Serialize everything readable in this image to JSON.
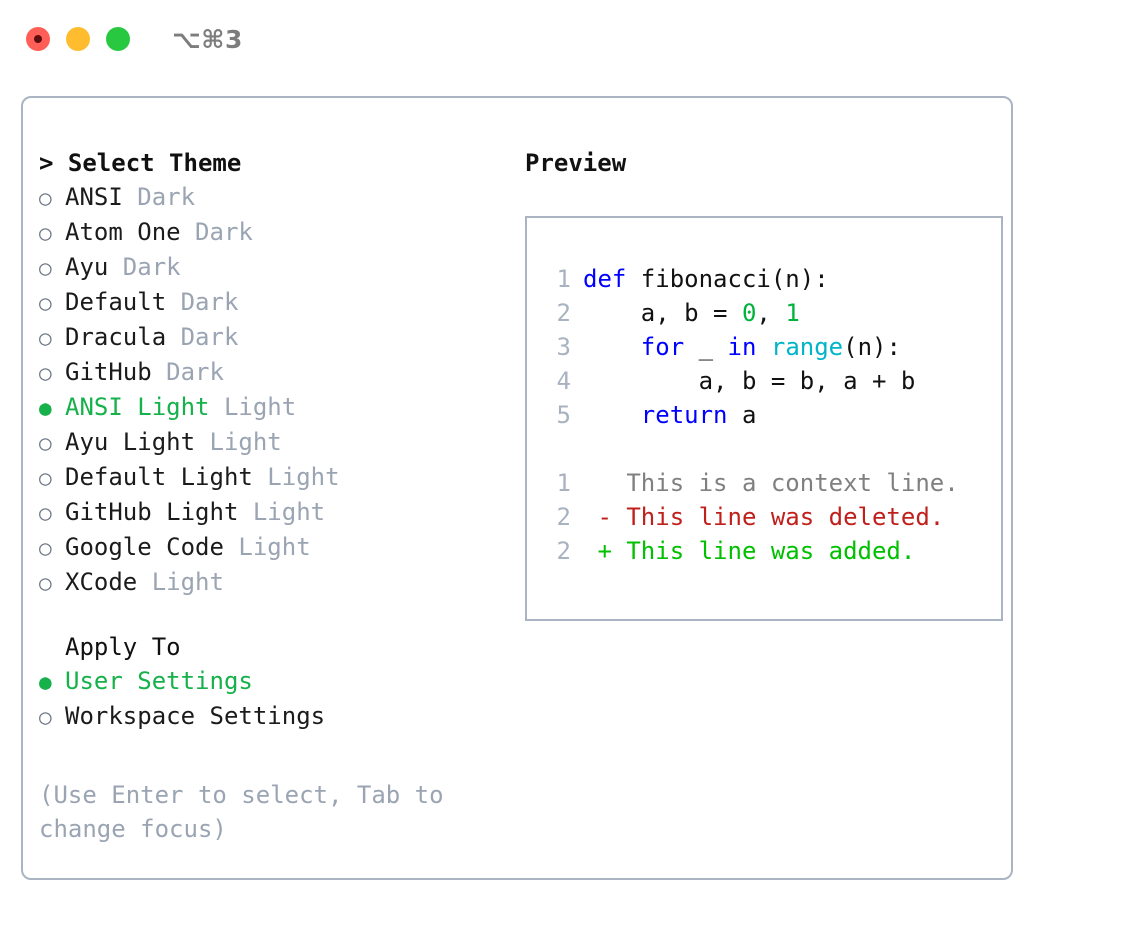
{
  "titlebar": {
    "shortcut": "⌥⌘3",
    "buttons": [
      {
        "name": "close",
        "color": "#ff5f57"
      },
      {
        "name": "minimize",
        "color": "#febc2e"
      },
      {
        "name": "maximize",
        "color": "#28c840"
      }
    ]
  },
  "theme_section": {
    "header": "> Select Theme",
    "selected_marker": "●",
    "unselected_marker": "○",
    "selected_color": "#16b14b",
    "items": [
      {
        "name": "ANSI",
        "tag": "Dark",
        "selected": false
      },
      {
        "name": "Atom One",
        "tag": "Dark",
        "selected": false
      },
      {
        "name": "Ayu",
        "tag": "Dark",
        "selected": false
      },
      {
        "name": "Default",
        "tag": "Dark",
        "selected": false
      },
      {
        "name": "Dracula",
        "tag": "Dark",
        "selected": false
      },
      {
        "name": "GitHub",
        "tag": "Dark",
        "selected": false
      },
      {
        "name": "ANSI Light",
        "tag": "Light",
        "selected": true
      },
      {
        "name": "Ayu Light",
        "tag": "Light",
        "selected": false
      },
      {
        "name": "Default Light",
        "tag": "Light",
        "selected": false
      },
      {
        "name": "GitHub Light",
        "tag": "Light",
        "selected": false
      },
      {
        "name": "Google Code",
        "tag": "Light",
        "selected": false
      },
      {
        "name": "XCode",
        "tag": "Light",
        "selected": false
      }
    ]
  },
  "apply_section": {
    "header": "Apply To",
    "items": [
      {
        "name": "User Settings",
        "selected": true
      },
      {
        "name": "Workspace Settings",
        "selected": false
      }
    ]
  },
  "hint": "(Use Enter to select, Tab to change focus)",
  "preview": {
    "title": "Preview",
    "code_lines": [
      {
        "num": "1",
        "tokens": [
          {
            "t": "def",
            "c": "kw"
          },
          {
            "t": " fibonacci(n):",
            "c": "txt"
          }
        ]
      },
      {
        "num": "2",
        "tokens": [
          {
            "t": "    a, b = ",
            "c": "txt"
          },
          {
            "t": "0",
            "c": "num"
          },
          {
            "t": ", ",
            "c": "txt"
          },
          {
            "t": "1",
            "c": "num"
          }
        ]
      },
      {
        "num": "3",
        "tokens": [
          {
            "t": "    ",
            "c": "txt"
          },
          {
            "t": "for",
            "c": "kw"
          },
          {
            "t": " _ ",
            "c": "txt"
          },
          {
            "t": "in",
            "c": "kw"
          },
          {
            "t": " ",
            "c": "txt"
          },
          {
            "t": "range",
            "c": "fn"
          },
          {
            "t": "(n):",
            "c": "txt"
          }
        ]
      },
      {
        "num": "4",
        "tokens": [
          {
            "t": "        a, b = b, a + b",
            "c": "txt"
          }
        ]
      },
      {
        "num": "5",
        "tokens": [
          {
            "t": "    ",
            "c": "txt"
          },
          {
            "t": "return",
            "c": "kw"
          },
          {
            "t": " a",
            "c": "txt"
          }
        ]
      }
    ],
    "diff_lines": [
      {
        "num": "1",
        "prefix": "  ",
        "text": "This is a context line.",
        "kind": "ctx"
      },
      {
        "num": "2",
        "prefix": "- ",
        "text": "This line was deleted.",
        "kind": "del"
      },
      {
        "num": "2",
        "prefix": "+ ",
        "text": "This line was added.",
        "kind": "add"
      }
    ]
  },
  "colors": {
    "keyword": "#0000ff",
    "function": "#00b5c8",
    "number": "#00b33c",
    "text": "#111111",
    "context": "#808080",
    "deleted": "#c0201b",
    "added": "#00c000",
    "line_number": "#a8b2c0",
    "border": "#aab4c2",
    "muted": "#9aa4b2"
  }
}
